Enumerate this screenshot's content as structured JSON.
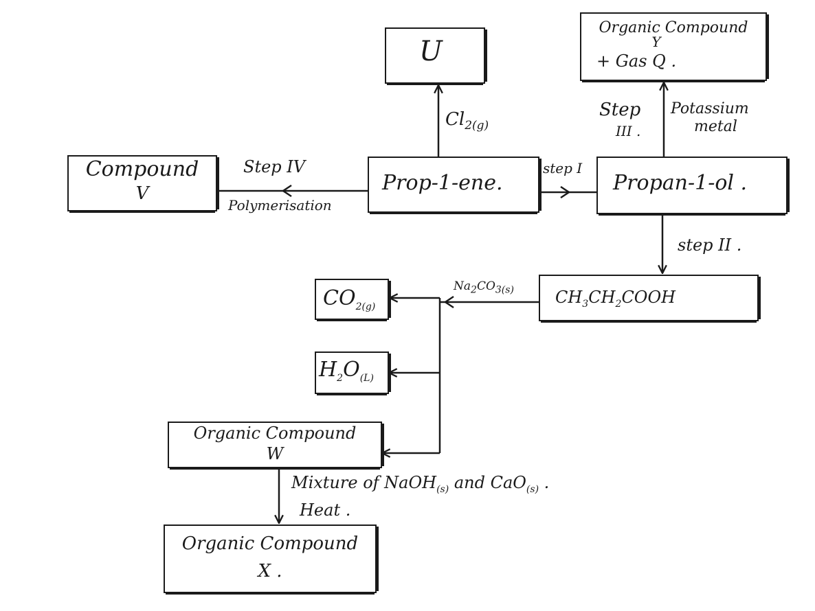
{
  "nodes": {
    "u": "U",
    "y_gas_q": {
      "line1": "Organic Compound",
      "line2": "Y",
      "line3": "+ Gas Q ."
    },
    "compound_v": {
      "line1": "Compound",
      "line2": "V"
    },
    "propene": "Prop-1-ene.",
    "propanol": "Propan-1-ol .",
    "acid": {
      "p1": "CH",
      "s1": "3",
      "p2": "CH",
      "s2": "2",
      "p3": "COOH"
    },
    "co2": {
      "main": "CO",
      "sub": "2(g)"
    },
    "h2o": {
      "p1": "H",
      "s1": "2",
      "p2": "O",
      "s2": "(L)"
    },
    "w": {
      "line1": "Organic Compound",
      "line2": "W"
    },
    "x": {
      "line1": "Organic Compound",
      "line2": "X ."
    }
  },
  "labels": {
    "cl2": {
      "main": "Cl",
      "sub": "2(g)"
    },
    "step1": "step I",
    "step2": "step II .",
    "step3": {
      "line1": "Step",
      "line2": "III ."
    },
    "potassium": {
      "line1": "Potassium",
      "line2": "metal"
    },
    "step4": "Step IV",
    "polymerisation": "Polymerisation",
    "na2co3": {
      "p1": "Na",
      "s1": "2",
      "p2": "CO",
      "s2": "3(s)"
    },
    "mixture": {
      "p1": "Mixture of NaOH",
      "s1": "(s)",
      "p2": " and CaO",
      "s2": "(s)",
      "p3": " ."
    },
    "heat": "Heat ."
  }
}
